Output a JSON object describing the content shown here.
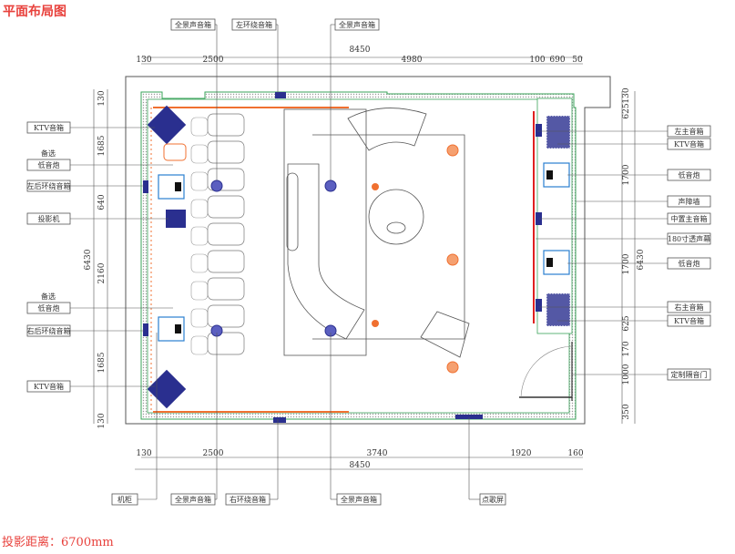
{
  "title": "平面布局图",
  "footer": "投影距离：6700mm",
  "colors": {
    "accent_red": "#e8413c",
    "speaker_blue": "#2a2f8f",
    "wall_green": "#3aa35a",
    "orange": "#f07030",
    "screen_red": "#e02020"
  },
  "labels": {
    "top": [
      {
        "text": "全景声音箱"
      },
      {
        "text": "左环绕音箱"
      },
      {
        "text": "全景声音箱"
      }
    ],
    "left": [
      {
        "text": "KTV音箱",
        "note": ""
      },
      {
        "text": "低音炮",
        "note": "备选"
      },
      {
        "text": "左后环绕音箱",
        "note": ""
      },
      {
        "text": "投影机",
        "note": ""
      },
      {
        "text": "低音炮",
        "note": "备选"
      },
      {
        "text": "右后环绕音箱",
        "note": ""
      },
      {
        "text": "KTV音箱",
        "note": ""
      }
    ],
    "right": [
      {
        "text": "左主音箱",
        "red": false
      },
      {
        "text": "KTV音箱",
        "red": false
      },
      {
        "text": "低音炮",
        "red": false
      },
      {
        "text": "声障墙",
        "red": true
      },
      {
        "text": "中置主音箱",
        "red": false
      },
      {
        "text": "180寸透声幕",
        "red": true
      },
      {
        "text": "低音炮",
        "red": false
      },
      {
        "text": "右主音箱",
        "red": false
      },
      {
        "text": "KTV音箱",
        "red": false
      },
      {
        "text": "定制隔音门",
        "red": false
      }
    ],
    "bottom": [
      {
        "text": "机柜"
      },
      {
        "text": "全景声音箱"
      },
      {
        "text": "右环绕音箱"
      },
      {
        "text": "全景声音箱"
      },
      {
        "text": "点歌屏"
      }
    ]
  },
  "dimensions": {
    "top_total": "8450",
    "top": [
      "130",
      "2500",
      "4980",
      "100",
      "690",
      "50"
    ],
    "bottom": [
      "130",
      "2500",
      "3740",
      "1920",
      "160"
    ],
    "bottom_total": "8450",
    "left": [
      "130",
      "1685",
      "640",
      "2160",
      "1685",
      "130"
    ],
    "left_total": "6430",
    "right": [
      "130",
      "625",
      "1700",
      "1700",
      "625",
      "170",
      "1000",
      "350"
    ],
    "right_total": "6430"
  }
}
